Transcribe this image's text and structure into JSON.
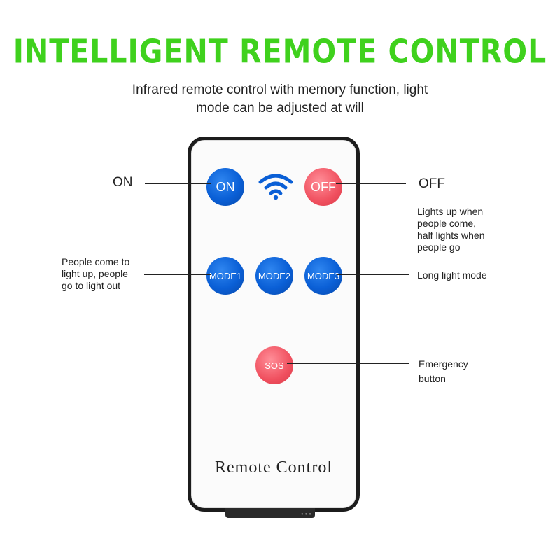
{
  "header": {
    "title": "INTELLIGENT REMOTE CONTROL",
    "subtitle_line1": "Infrared remote control with memory function, light",
    "subtitle_line2": "mode can be adjusted at will"
  },
  "remote": {
    "label": "Remote Control",
    "buttons": {
      "on": "ON",
      "off": "OFF",
      "mode1": "MODE1",
      "mode2": "MODE2",
      "mode3": "MODE3",
      "sos": "SOS"
    },
    "signal_icon": "wifi-signal-icon"
  },
  "annotations": {
    "on": "ON",
    "off": "OFF",
    "mode2_line1": "Lights up when",
    "mode2_line2": "people come,",
    "mode2_line3": "half lights when",
    "mode2_line4": "people go",
    "mode1_line1": "People come to",
    "mode1_line2": "light up, people",
    "mode1_line3": "go to light out",
    "mode3": "Long light mode",
    "sos_line1": "Emergency",
    "sos_line2": "button"
  },
  "colors": {
    "title": "#3fd11d",
    "blue_button": "#0a5fd6",
    "red_button": "#f0505f",
    "remote_border": "#1c1c1c"
  }
}
